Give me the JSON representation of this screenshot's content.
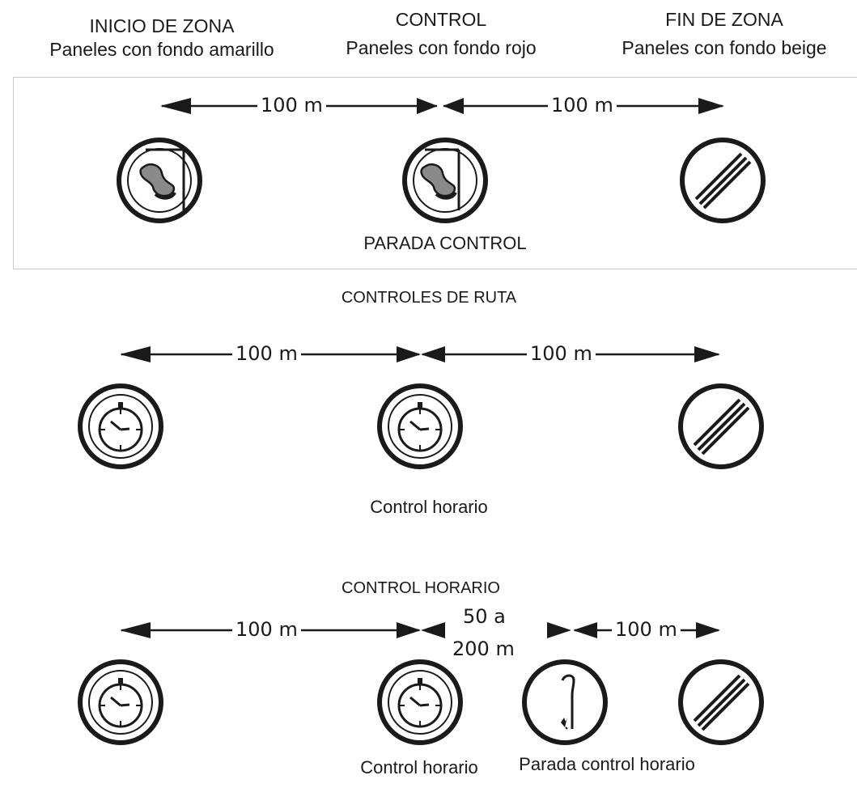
{
  "section1": {
    "start": {
      "title": "INICIO DE ZONA",
      "subtitle": "Paneles con fondo amarillo"
    },
    "control": {
      "title": "CONTROL",
      "subtitle": "Paneles con fondo rojo"
    },
    "end": {
      "title": "FIN DE ZONA",
      "subtitle": "Paneles con fondo beige"
    },
    "dist_left": "100 m",
    "dist_right": "100 m",
    "caption": "PARADA CONTROL",
    "signs": [
      "stamp-icon",
      "stamp-icon",
      "end-of-zone-icon"
    ]
  },
  "section2": {
    "title": "CONTROLES DE RUTA",
    "dist_left": "100 m",
    "dist_right": "100 m",
    "caption": "Control horario",
    "signs": [
      "clock-icon",
      "clock-icon",
      "end-of-zone-icon"
    ]
  },
  "section3": {
    "title": "CONTROL HORARIO",
    "dist_left": "100 m",
    "dist_mid_line1": "50 a",
    "dist_mid_line2": "200 m",
    "dist_right": "100 m",
    "caption_left": "Control horario",
    "caption_right": "Parada control horario",
    "signs": [
      "clock-icon",
      "clock-icon",
      "stop-flag-icon",
      "end-of-zone-icon"
    ]
  }
}
